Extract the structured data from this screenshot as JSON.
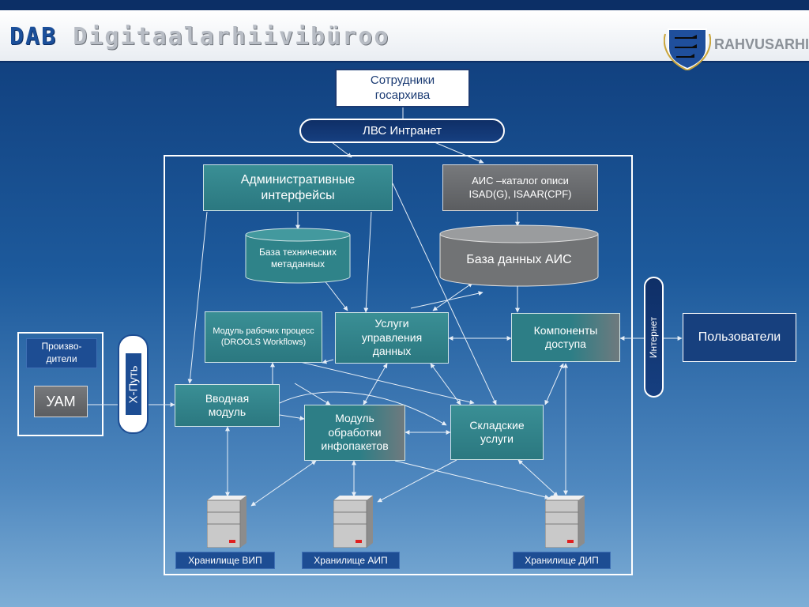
{
  "header": {
    "abbr": "DAB",
    "title": "Digitaalarhiivibüroo",
    "brand": "RAHVUSARHIIV",
    "crest_icon": "coat-of-arms-icon"
  },
  "nodes": {
    "staff": "Сотрудники госархива",
    "lan": "ЛВС Интранет",
    "admin": "Административные интерфейсы",
    "ais_catalog": "АИС –каталог описи ISAD(G), ISAAR(CPF)",
    "tech_db": "База технических метаданных",
    "ais_db": "База данных АИС",
    "workflow": "Модуль рабочих процесс (DROOLS Workflows)",
    "data_services": "Услуги управления данных",
    "access": "Компоненты доступа",
    "internet": "Интернет",
    "users": "Пользователи",
    "producers": "Произво-дители",
    "uam": "УАМ",
    "xroad": "Х-Путь",
    "ingest": "Вводная модуль",
    "packages": "Модуль обработки инфопакетов",
    "storage_services": "Складские услуги",
    "store_vip": "Хранилище ВИП",
    "store_aip": "Хранилище АИП",
    "store_dip": "Хранилище ДИП"
  },
  "colors": {
    "teal": "#2b7880",
    "grey": "#5b5d60",
    "navy": "#17407e",
    "background": "#1d5a9c"
  },
  "icons": [
    "server-icon",
    "database-icon",
    "coat-of-arms-icon"
  ]
}
